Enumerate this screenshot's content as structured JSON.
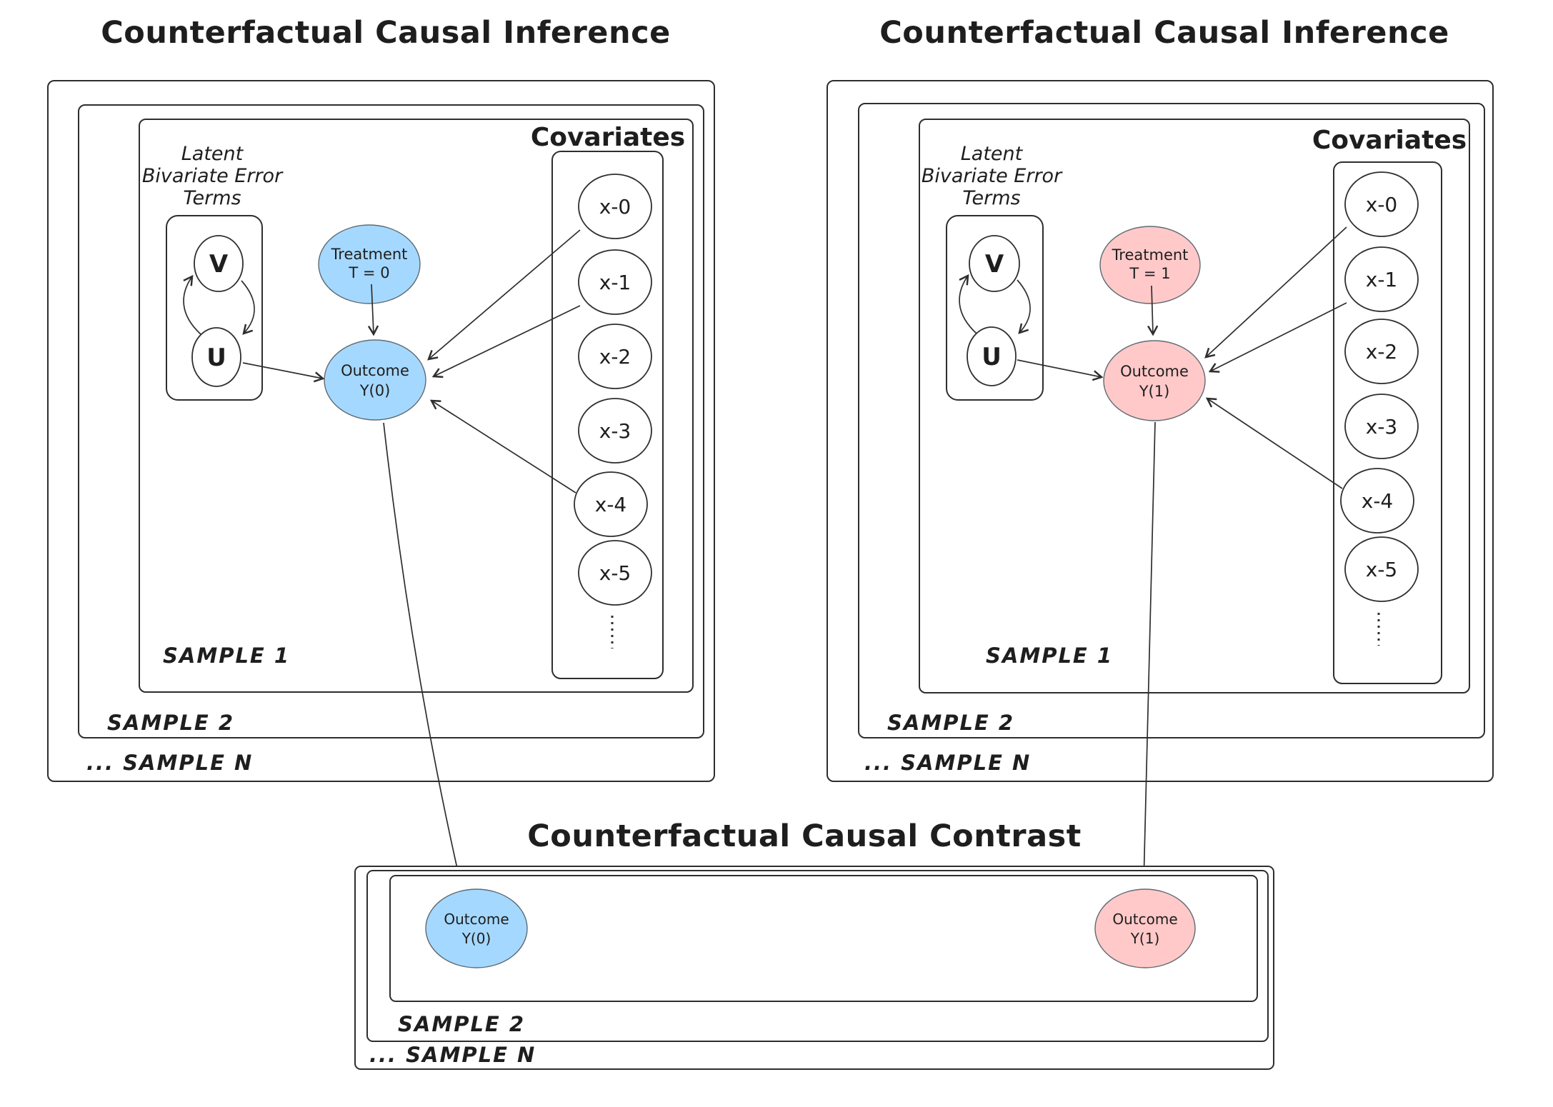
{
  "diagram": {
    "left_panel": {
      "title": "Counterfactual Causal Inference",
      "samples": {
        "outer": "... SAMPLE N",
        "middle": "SAMPLE 2",
        "inner": "SAMPLE 1"
      },
      "latent_label": [
        "Latent",
        "Bivariate Error",
        "Terms"
      ],
      "nodes": {
        "v": "V",
        "u": "U",
        "treatment": [
          "Treatment",
          "T = 0"
        ],
        "outcome": [
          "Outcome",
          "Y(0)"
        ]
      },
      "covariates_title": "Covariates",
      "covariates": [
        "x-0",
        "x-1",
        "x-2",
        "x-3",
        "x-4",
        "x-5"
      ],
      "fills": {
        "treatment": "#a5d8ff",
        "outcome": "#a5d8ff"
      }
    },
    "right_panel": {
      "title": "Counterfactual Causal Inference",
      "samples": {
        "outer": "... SAMPLE N",
        "middle": "SAMPLE 2",
        "inner": "SAMPLE 1"
      },
      "latent_label": [
        "Latent",
        "Bivariate Error",
        "Terms"
      ],
      "nodes": {
        "v": "V",
        "u": "U",
        "treatment": [
          "Treatment",
          "T = 1"
        ],
        "outcome": [
          "Outcome",
          "Y(1)"
        ]
      },
      "covariates_title": "Covariates",
      "covariates": [
        "x-0",
        "x-1",
        "x-2",
        "x-3",
        "x-4",
        "x-5"
      ],
      "fills": {
        "treatment": "#ffc9c9",
        "outcome": "#ffc9c9"
      }
    },
    "contrast": {
      "title": "Counterfactual Causal Contrast",
      "samples": {
        "outer": "... SAMPLE N",
        "middle": "SAMPLE 2"
      },
      "outcome_y0": [
        "Outcome",
        "Y(0)"
      ],
      "outcome_y1": [
        "Outcome",
        "Y(1)"
      ],
      "fills": {
        "y0": "#a5d8ff",
        "y1": "#ffc9c9"
      }
    },
    "colors": {
      "stroke": "#2e2e2e",
      "text": "#1e1e1e",
      "blue": "#a5d8ff",
      "pink": "#ffc9c9"
    }
  }
}
